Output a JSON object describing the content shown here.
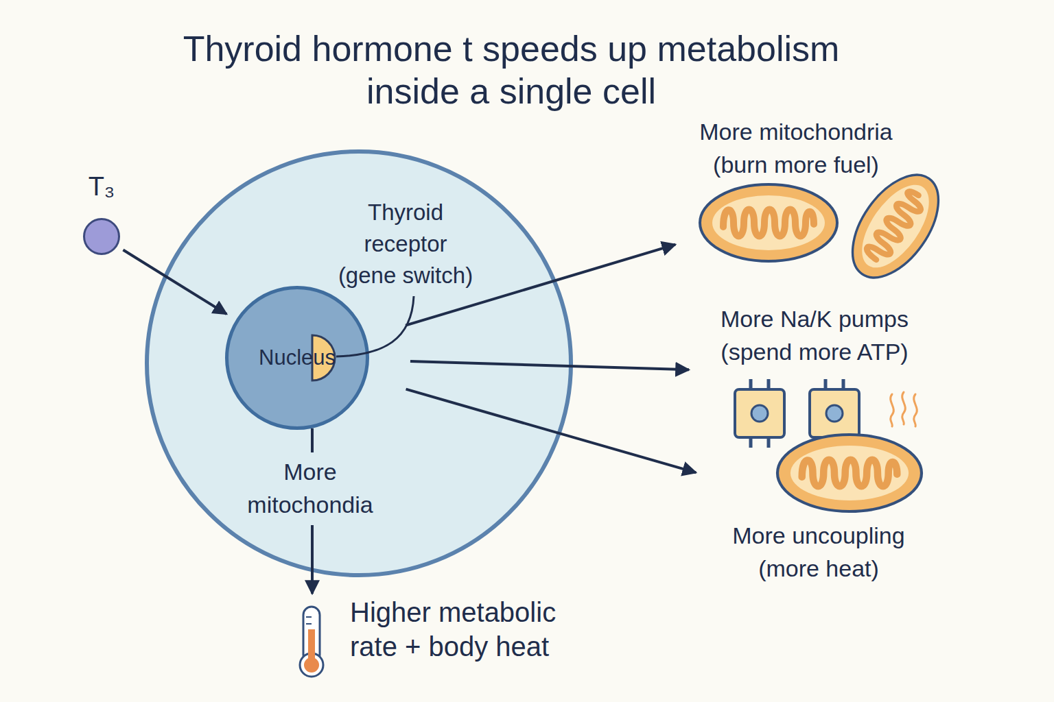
{
  "diagram": {
    "title": "Thyroid hormone t speeds up metabolism inside a single cell",
    "nodes": [
      {
        "text": [
          "T₃"
        ]
      },
      {
        "text": [
          "Thyroid receptor (gene switch)"
        ]
      },
      {
        "text": [
          "Nucleus"
        ],
        "in": 1
      },
      {
        "text": [
          "More mitochondria (burn more fuel)"
        ]
      },
      {
        "text": [
          "More Na/K pumps (spend more ATP)"
        ]
      },
      {
        "text": [
          "More uncoupling (more heat)"
        ]
      },
      {
        "text": [
          "Higher metabolic rate + body heat"
        ]
      }
    ],
    "edges": [
      {
        "from": 0,
        "to": 2,
        "arrow": "to"
      },
      {
        "from": 2,
        "to": 3,
        "arrow": "to"
      },
      {
        "from": 2,
        "to": 4,
        "arrow": "to"
      },
      {
        "from": 2,
        "to": 5,
        "arrow": "to"
      },
      {
        "from": 2,
        "to": 6,
        "label": "More mitochondia",
        "arrow": "to"
      }
    ]
  }
}
